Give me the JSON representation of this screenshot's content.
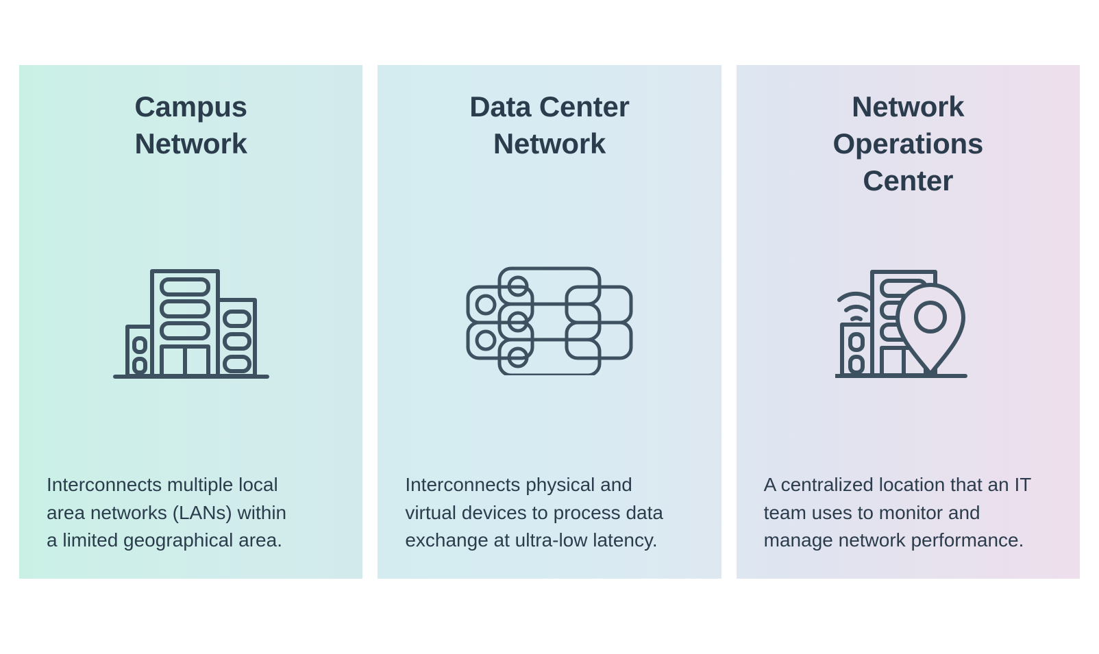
{
  "page": {
    "background": "#ffffff",
    "text_color": "#2b3c4c",
    "icon_stroke": "#3d5160"
  },
  "cards": [
    {
      "id": "campus-network",
      "title": "Campus\nNetwork",
      "description": "Interconnects multiple local\narea networks (LANs) within\na limited geographical area.",
      "icon": "office-buildings-icon",
      "gradient_from": "#caf0e6",
      "gradient_to": "#d3eaed"
    },
    {
      "id": "data-center-network",
      "title": "Data Center\nNetwork",
      "description": "Interconnects physical and\nvirtual devices to process data\nexchange at ultra-low latency.",
      "icon": "server-stack-icon",
      "gradient_from": "#d4ecf0",
      "gradient_to": "#dfe8f1"
    },
    {
      "id": "network-operations-center",
      "title": "Network\nOperations\nCenter",
      "description": "A centralized location that an IT\nteam uses to monitor and\nmanage network performance.",
      "icon": "building-location-pin-icon",
      "gradient_from": "#dde6f1",
      "gradient_to": "#eedfec"
    }
  ]
}
